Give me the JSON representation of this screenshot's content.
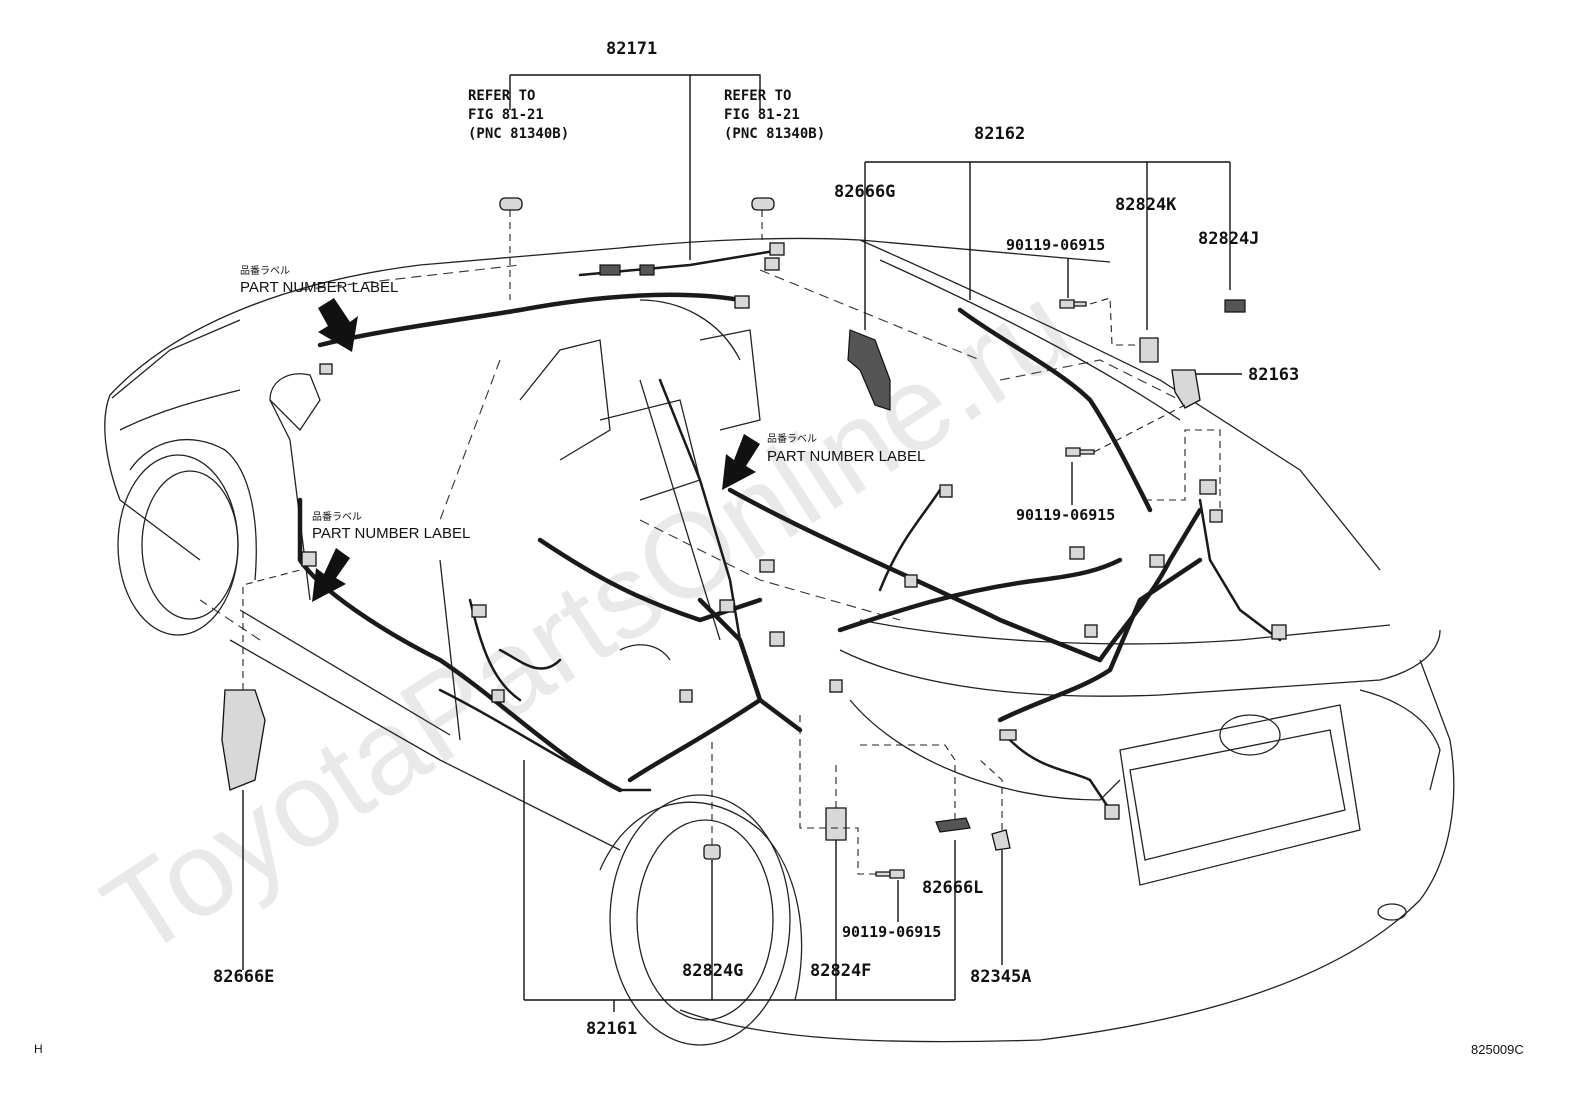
{
  "watermark": "ToyotaPartsOnline.ru",
  "part_numbers": {
    "p82171": "82171",
    "p82162": "82162",
    "p82666G": "82666G",
    "p82824K": "82824K",
    "p82824J": "82824J",
    "p82163": "82163",
    "p82666E": "82666E",
    "p82161": "82161",
    "p82824G": "82824G",
    "p82824F": "82824F",
    "p82345A": "82345A",
    "p82666L": "82666L",
    "bolt_top": "90119-06915",
    "bolt_mid": "90119-06915",
    "bolt_bottom": "90119-06915"
  },
  "references": {
    "left": {
      "line1": "REFER TO",
      "line2": "FIG 81-21",
      "line3": "(PNC 81340B)"
    },
    "right": {
      "line1": "REFER TO",
      "line2": "FIG 81-21",
      "line3": "(PNC 81340B)"
    }
  },
  "labels": {
    "part_number_label_jp": "品番ラベル",
    "part_number_label_en": "PART NUMBER LABEL"
  },
  "footer": {
    "left_mark": "H",
    "figure_code": "825009C"
  }
}
